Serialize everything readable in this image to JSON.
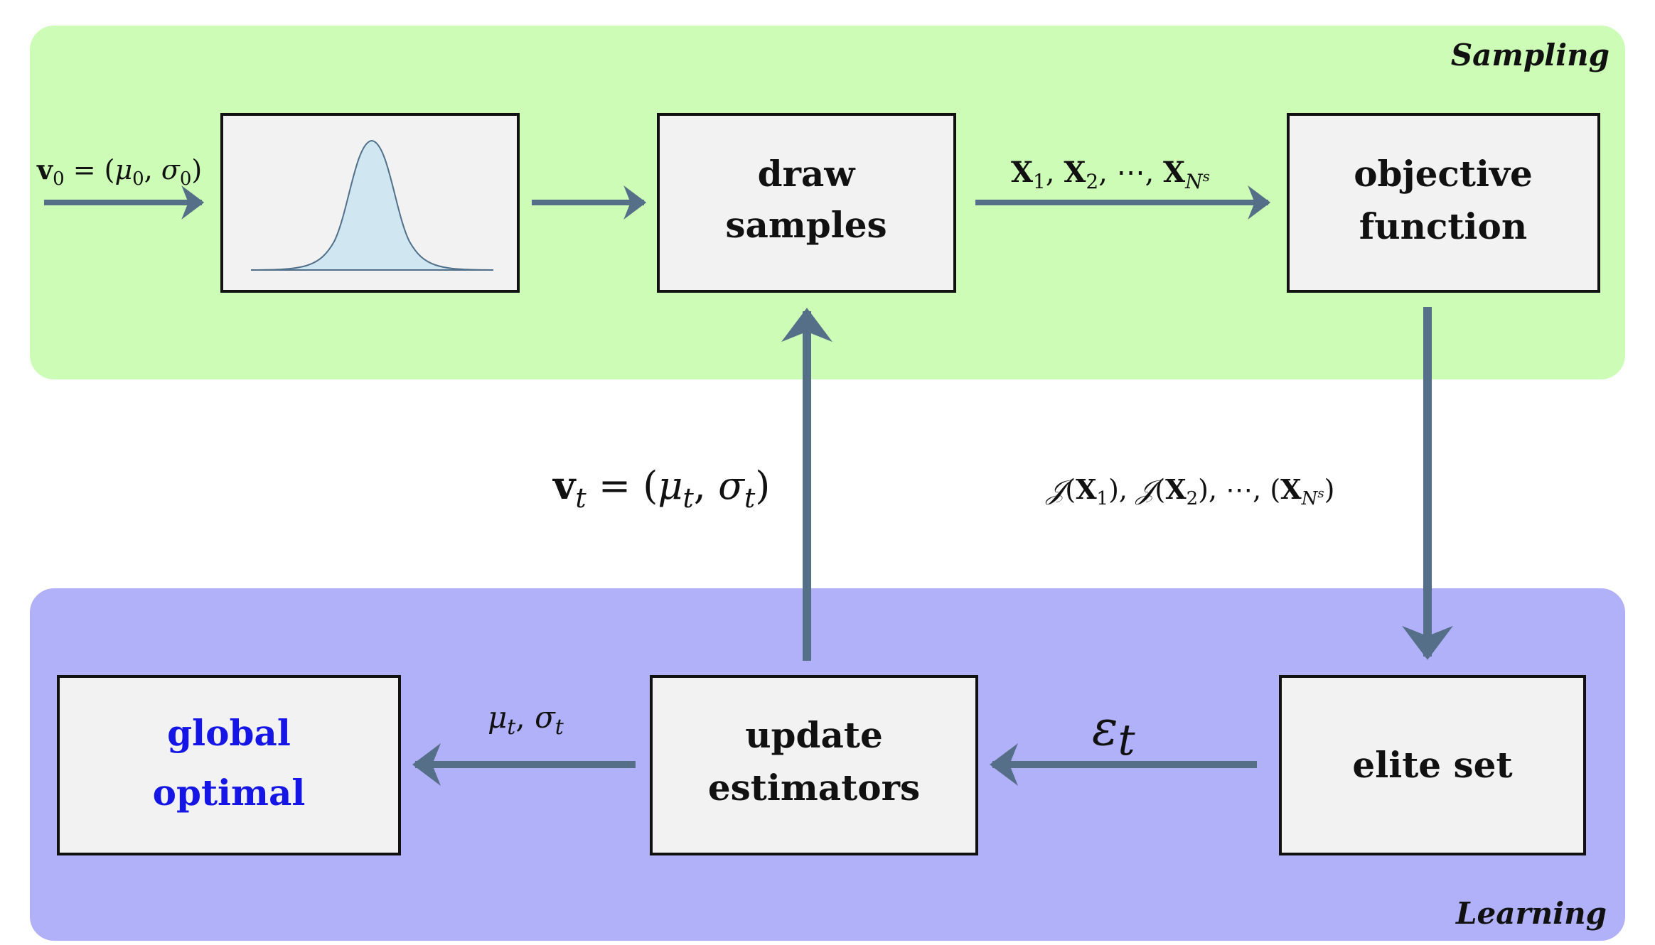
{
  "panels": {
    "sampling": {
      "label": "Sampling",
      "color": "#ccfcb5"
    },
    "learning": {
      "label": "Learning",
      "color": "#b1b1fa"
    }
  },
  "boxes": {
    "draw_samples": {
      "line1": "draw",
      "line2": "samples"
    },
    "objective_function": {
      "line1": "objective",
      "line2": "function"
    },
    "update_estimators": {
      "line1": "update",
      "line2": "estimators"
    },
    "elite_set": {
      "line1": "elite set"
    },
    "global_optimal": {
      "line1": "global",
      "line2": "optimal",
      "color": "#1515e6"
    }
  },
  "labels": {
    "v0": {
      "bold": "v",
      "sub": "0",
      "eq": " = (",
      "mu": "μ",
      "mu_sub": "0",
      "comma": ", ",
      "sigma": "σ",
      "sigma_sub": "0",
      "close": ")"
    },
    "samples": {
      "x": "X",
      "s1": "1",
      "sep1": ", ",
      "s2": "2",
      "sep2": ", ⋯, ",
      "sn": "N",
      "sn_sup": "s"
    },
    "vt": {
      "bold": "v",
      "sub": "t",
      "eq": " = (",
      "mu": "μ",
      "mu_sub": "t",
      "comma": ", ",
      "sigma": "σ",
      "sigma_sub": "t",
      "close": ")"
    },
    "objective_values": {
      "J": "𝒥",
      "open": "(",
      "x": "X",
      "s1": "1",
      "mid1": "), ",
      "s2": "2",
      "mid2": "), ⋯, (",
      "sn": "N",
      "sn_sup": "s",
      "close": ")"
    },
    "mu_sigma_t": {
      "mu": "μ",
      "mu_sub": "t",
      "comma": ", ",
      "sigma": "σ",
      "sigma_sub": "t"
    },
    "elite": {
      "sym": "ε",
      "sub": "t"
    }
  },
  "colors": {
    "arrow": "#566f88",
    "box_fill": "#f2f2f2",
    "gaussian_fill": "#d0e6f0",
    "gaussian_stroke": "#50708a"
  }
}
